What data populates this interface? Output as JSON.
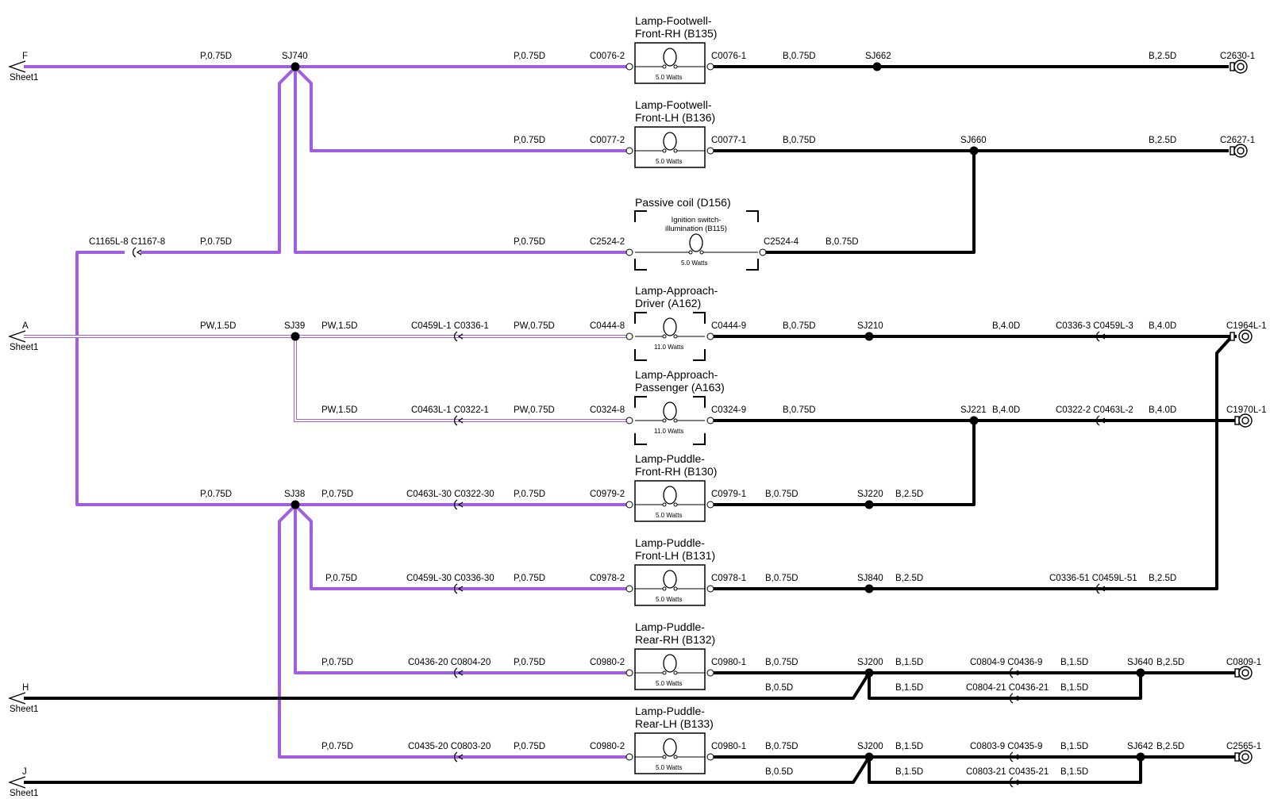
{
  "offsheet": [
    {
      "letter": "F",
      "sheet": "Sheet1"
    },
    {
      "letter": "A",
      "sheet": "Sheet1"
    },
    {
      "letter": "H",
      "sheet": "Sheet1"
    },
    {
      "letter": "J",
      "sheet": "Sheet1"
    }
  ],
  "splices": [
    "SJ740",
    "SJ39",
    "SJ38",
    "SJ662",
    "SJ660",
    "SJ210",
    "SJ221",
    "SJ220",
    "SJ840",
    "SJ200",
    "SJ640",
    "SJ642"
  ],
  "components": [
    {
      "name1": "Lamp-Footwell-",
      "name2": "Front-RH (B135)",
      "watts": "5.0 Watts"
    },
    {
      "name1": "Lamp-Footwell-",
      "name2": "Front-LH (B136)",
      "watts": "5.0 Watts"
    },
    {
      "name1": "Passive coil (D156)",
      "inner1": "Ignition switch-",
      "inner2": "illumination (B115)",
      "watts": "5.0 Watts"
    },
    {
      "name1": "Lamp-Approach-",
      "name2": "Driver (A162)",
      "watts": "11.0 Watts"
    },
    {
      "name1": "Lamp-Approach-",
      "name2": "Passenger (A163)",
      "watts": "11.0 Watts"
    },
    {
      "name1": "Lamp-Puddle-",
      "name2": "Front-RH (B130)",
      "watts": "5.0 Watts"
    },
    {
      "name1": "Lamp-Puddle-",
      "name2": "Front-LH (B131)",
      "watts": "5.0 Watts"
    },
    {
      "name1": "Lamp-Puddle-",
      "name2": "Rear-RH (B132)",
      "watts": "5.0 Watts"
    },
    {
      "name1": "Lamp-Puddle-",
      "name2": "Rear-LH (B133)",
      "watts": "5.0 Watts"
    }
  ],
  "connectors": {
    "r1_left": "C0076-2",
    "r1_right": "C0076-1",
    "r1_end": "C2630-1",
    "r2_left": "C0077-2",
    "r2_right": "C0077-1",
    "r2_end": "C2627-1",
    "r3_left": "C2524-2",
    "r3_right": "C2524-4",
    "r3_inline": "C1165L-8 C1167-8",
    "r4_left": "C0444-8",
    "r4_right": "C0444-9",
    "r4_inline": "C0459L-1 C0336-1",
    "r4_inline2": "C0336-3 C0459L-3",
    "r4_end": "C1964L-1",
    "r5_left": "C0324-8",
    "r5_right": "C0324-9",
    "r5_inline": "C0463L-1 C0322-1",
    "r5_inline2": "C0322-2 C0463L-2",
    "r5_end": "C1970L-1",
    "r6_left": "C0979-2",
    "r6_right": "C0979-1",
    "r6_inline": "C0463L-30 C0322-30",
    "r7_left": "C0978-2",
    "r7_right": "C0978-1",
    "r7_inline": "C0459L-30 C0336-30",
    "r7_inline2": "C0336-51 C0459L-51",
    "r8_left": "C0980-2",
    "r8_right": "C0980-1",
    "r8_inline": "C0436-20 C0804-20",
    "r8_inline2": "C0804-9 C0436-9",
    "r8_inline3": "C0804-21 C0436-21",
    "r8_end": "C0809-1",
    "r9_left": "C0980-2",
    "r9_right": "C0980-1",
    "r9_inline": "C0435-20 C0803-20",
    "r9_inline2": "C0803-9 C0435-9",
    "r9_inline3": "C0803-21 C0435-21",
    "r9_end": "C2565-1"
  },
  "wire_specs": {
    "p075": "P,0.75D",
    "pw15": "PW,1.5D",
    "pw075": "PW,0.75D",
    "b075": "B,0.75D",
    "b25": "B,2.5D",
    "b40": "B,4.0D",
    "b15": "B,1.5D",
    "b05": "B,0.5D"
  },
  "colors": {
    "purple_wire": "#a25ee0",
    "black_wire": "#000000",
    "background": "#ffffff"
  }
}
